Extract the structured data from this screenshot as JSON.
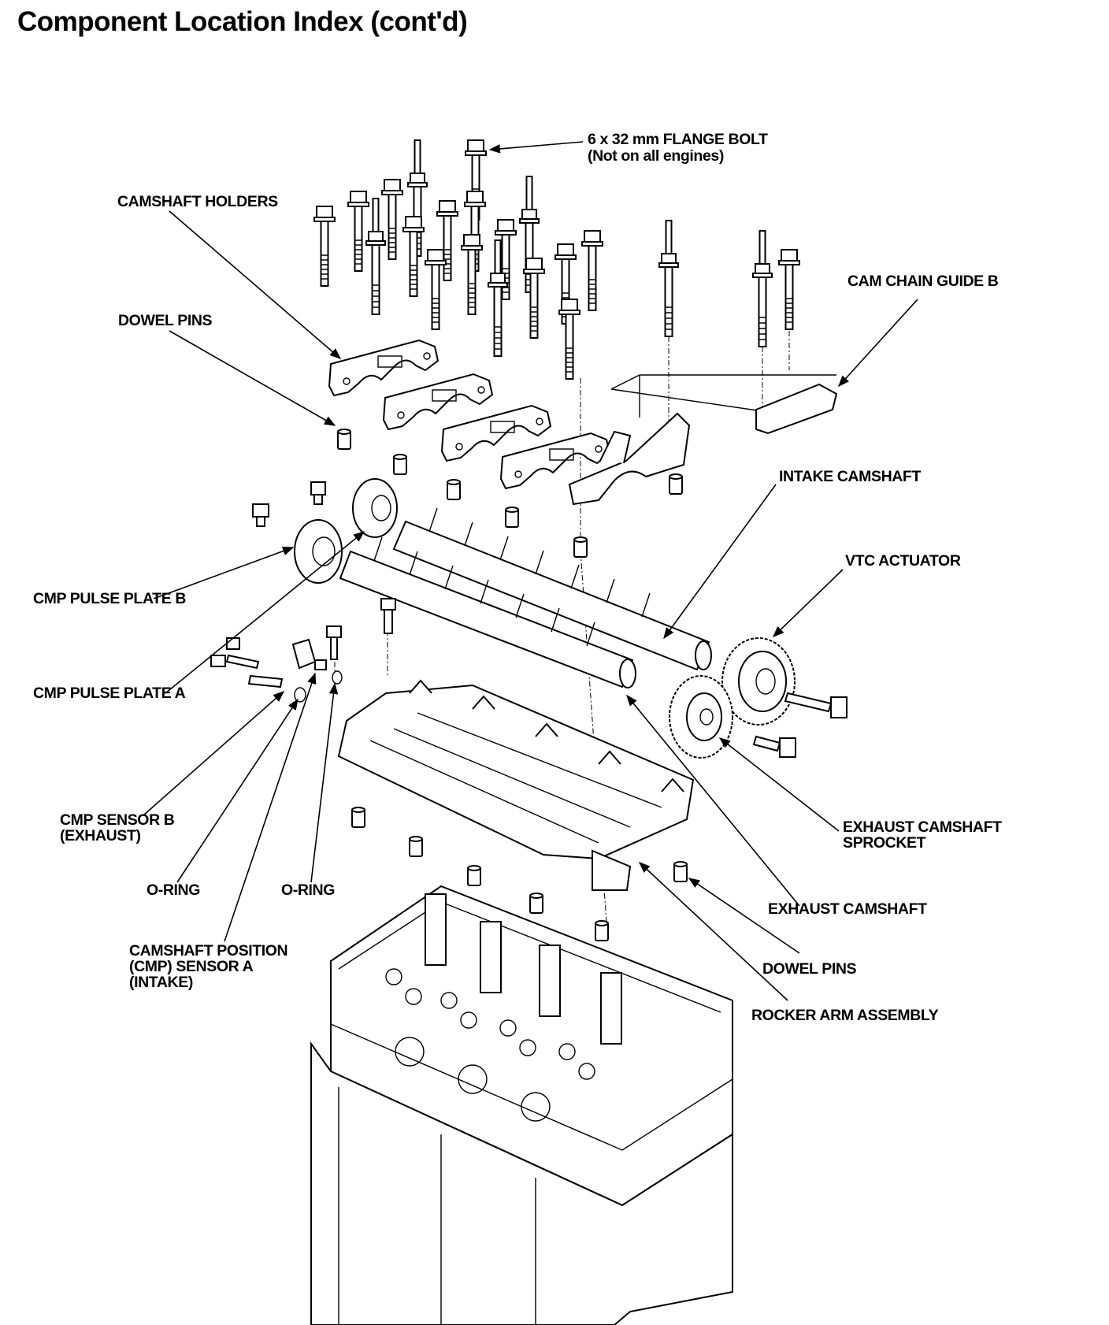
{
  "page": {
    "title": "Component Location Index (cont'd)"
  },
  "labels": {
    "flange_bolt_1": "6 x 32 mm FLANGE BOLT",
    "flange_bolt_2": "(Not on all engines)",
    "camshaft_holders": "CAMSHAFT HOLDERS",
    "cam_chain_guide_b": "CAM CHAIN GUIDE B",
    "dowel_pins_upper": "DOWEL PINS",
    "intake_camshaft": "INTAKE CAMSHAFT",
    "vtc_actuator": "VTC ACTUATOR",
    "cmp_pulse_plate_b": "CMP PULSE PLATE B",
    "cmp_pulse_plate_a": "CMP PULSE PLATE A",
    "cmp_sensor_b_1": "CMP SENSOR B",
    "cmp_sensor_b_2": "(EXHAUST)",
    "o_ring_left": "O-RING",
    "o_ring_right": "O-RING",
    "cmp_sensor_a_1": "CAMSHAFT POSITION",
    "cmp_sensor_a_2": "(CMP) SENSOR A",
    "cmp_sensor_a_3": "(INTAKE)",
    "exhaust_sprocket_1": "EXHAUST CAMSHAFT",
    "exhaust_sprocket_2": "SPROCKET",
    "exhaust_camshaft": "EXHAUST CAMSHAFT",
    "dowel_pins_lower": "DOWEL PINS",
    "rocker_arm_assembly": "ROCKER ARM ASSEMBLY"
  }
}
